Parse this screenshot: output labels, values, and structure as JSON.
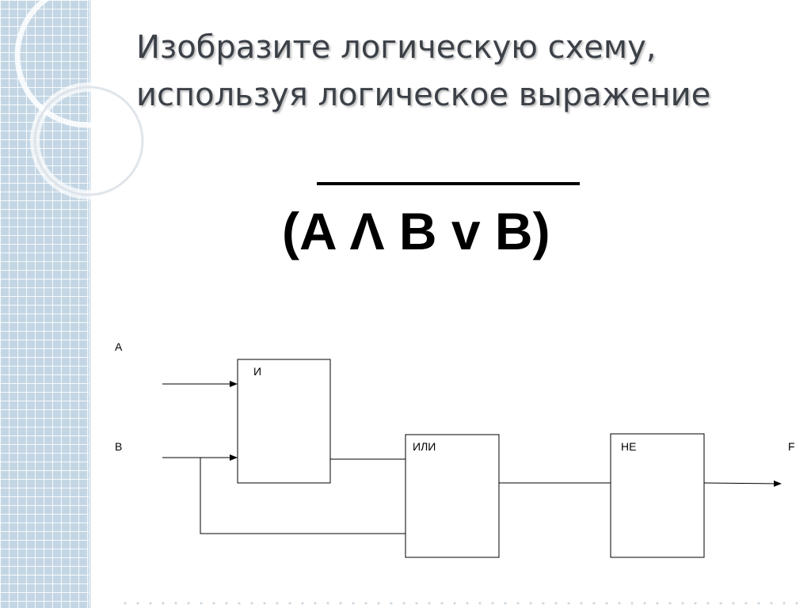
{
  "slide": {
    "title_line1": "Изобразите логическую схему,",
    "title_line2": "используя логическое выражение",
    "expression": "(A Λ B v B)"
  },
  "diagram": {
    "inputs": {
      "a": "A",
      "b": "B"
    },
    "gates": {
      "and": "И",
      "or": "ИЛИ",
      "not": "НЕ"
    },
    "output": "F"
  }
}
